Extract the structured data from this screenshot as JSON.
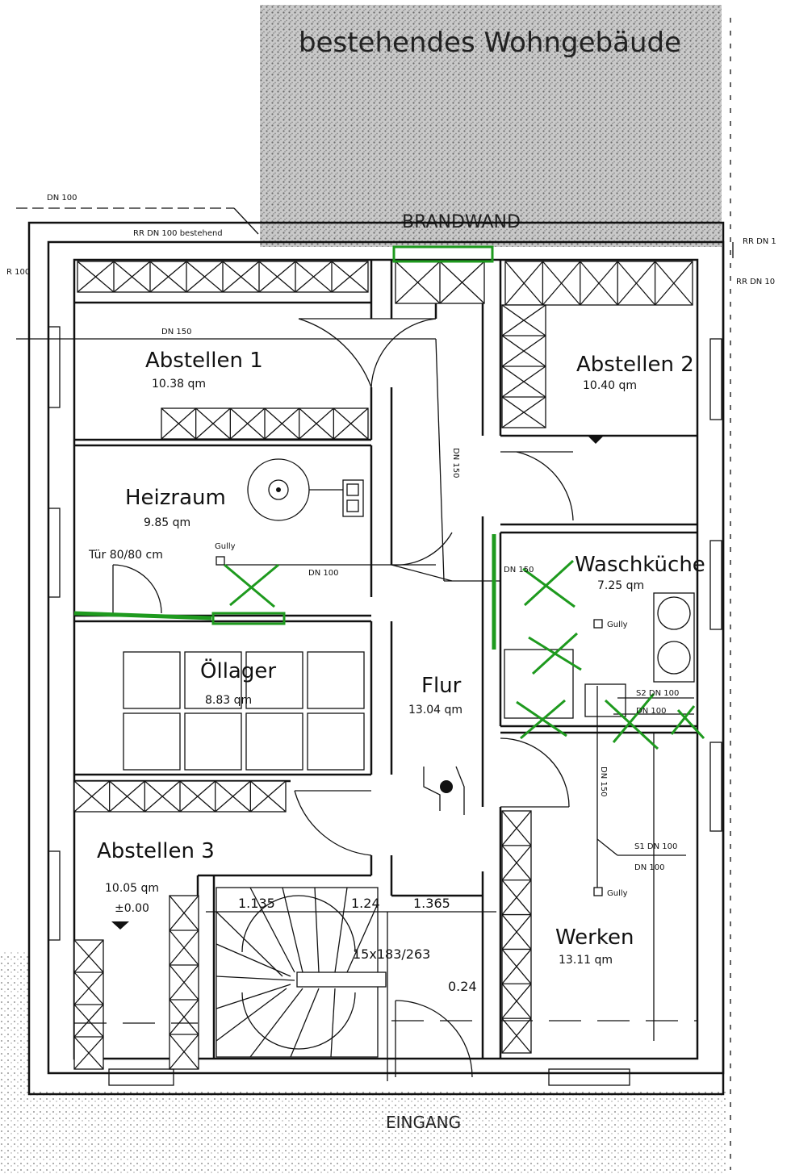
{
  "existing_building_label": "bestehendes Wohngebäude",
  "firewall_label": "BRANDWAND",
  "entrance_label": "EINGANG",
  "rooms": {
    "abstellen1": {
      "name": "Abstellen 1",
      "area": "10.38 qm"
    },
    "abstellen2": {
      "name": "Abstellen 2",
      "area": "10.40 qm"
    },
    "heizraum": {
      "name": "Heizraum",
      "area": "9.85 qm"
    },
    "oellager": {
      "name": "Öllager",
      "area": "8.83 qm"
    },
    "flur": {
      "name": "Flur",
      "area": "13.04 qm"
    },
    "waschkueche": {
      "name": "Waschküche",
      "area": "7.25 qm"
    },
    "abstellen3": {
      "name": "Abstellen 3",
      "area": "10.05 qm",
      "level": "±0.00"
    },
    "werken": {
      "name": "Werken",
      "area": "13.11 qm"
    }
  },
  "door_note": "Tür 80/80 cm",
  "pipes": {
    "dn100_top": "DN 100",
    "rr_dn100_bestehend": "RR DN 100 bestehend",
    "dn150_h": "DN 150",
    "dn150_v": "DN 150",
    "dn100_heiz": "DN 100",
    "dn150_wasch": "DN 150",
    "s2_dn100": "S2 DN 100",
    "dn100_wasch": "DN 100",
    "dn150_werken": "DN 150",
    "s1_dn100": "S1 DN 100",
    "dn100_werken": "DN 100",
    "rr_dn1_right": "RR DN 1",
    "rr_dn10_right": "RR DN 10",
    "r100_left": "R 100",
    "gully": "Gully"
  },
  "stairs": {
    "dim1": "1.135",
    "dim2": "1.24",
    "dim3": "1.365",
    "spec": "15x183/263",
    "dim4": "0.24"
  },
  "colors": {
    "green_markup": "#1e9a1e",
    "ink": "#111111",
    "hatch": "#9a9a9a"
  }
}
